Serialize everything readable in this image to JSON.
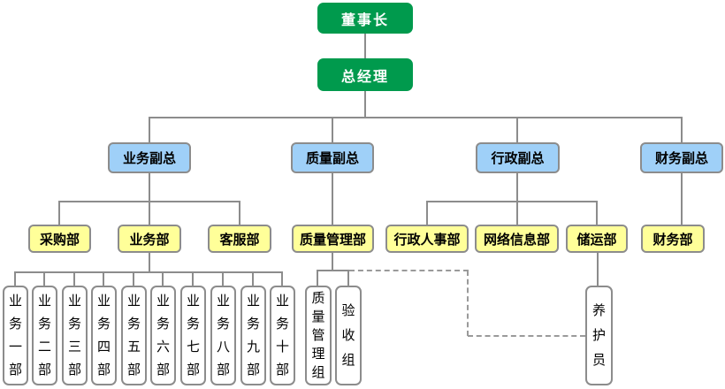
{
  "org_chart": {
    "executives": {
      "chairman": "董事长",
      "general_manager": "总经理"
    },
    "vps": {
      "business": "业务副总",
      "quality": "质量副总",
      "admin": "行政副总",
      "finance": "财务副总"
    },
    "departments": {
      "purchasing": "采购部",
      "business_dept": "业务部",
      "customer_service": "客服部",
      "quality_mgmt": "质量管理部",
      "admin_hr": "行政人事部",
      "network_info": "网络信息部",
      "storage": "储运部",
      "finance_dept": "财务部"
    },
    "units": {
      "biz1": "业务一部",
      "biz2": "业务二部",
      "biz3": "业务三部",
      "biz4": "业务四部",
      "biz5": "业务五部",
      "biz6": "业务六部",
      "biz7": "业务七部",
      "biz8": "业务八部",
      "biz9": "业务九部",
      "biz10": "业务十部",
      "quality_group": "质量管理组",
      "acceptance_group": "验收组",
      "maintenance": "养护员"
    },
    "edges": {
      "dashed": [
        {
          "from": "质量管理部",
          "to": "养护员"
        }
      ]
    }
  },
  "colors": {
    "executive_green": "#009A4D",
    "vp_blue": "#9FD0F8",
    "dept_yellow": "#FFFF99",
    "unit_white": "#FFFFFF",
    "box_border_gray": "#8C8C8C",
    "line_gray": "#8C8C8C",
    "dashed_line_gray": "#9A9A9A",
    "text_on_green": "#FFFFFF",
    "text_black": "#000000"
  }
}
